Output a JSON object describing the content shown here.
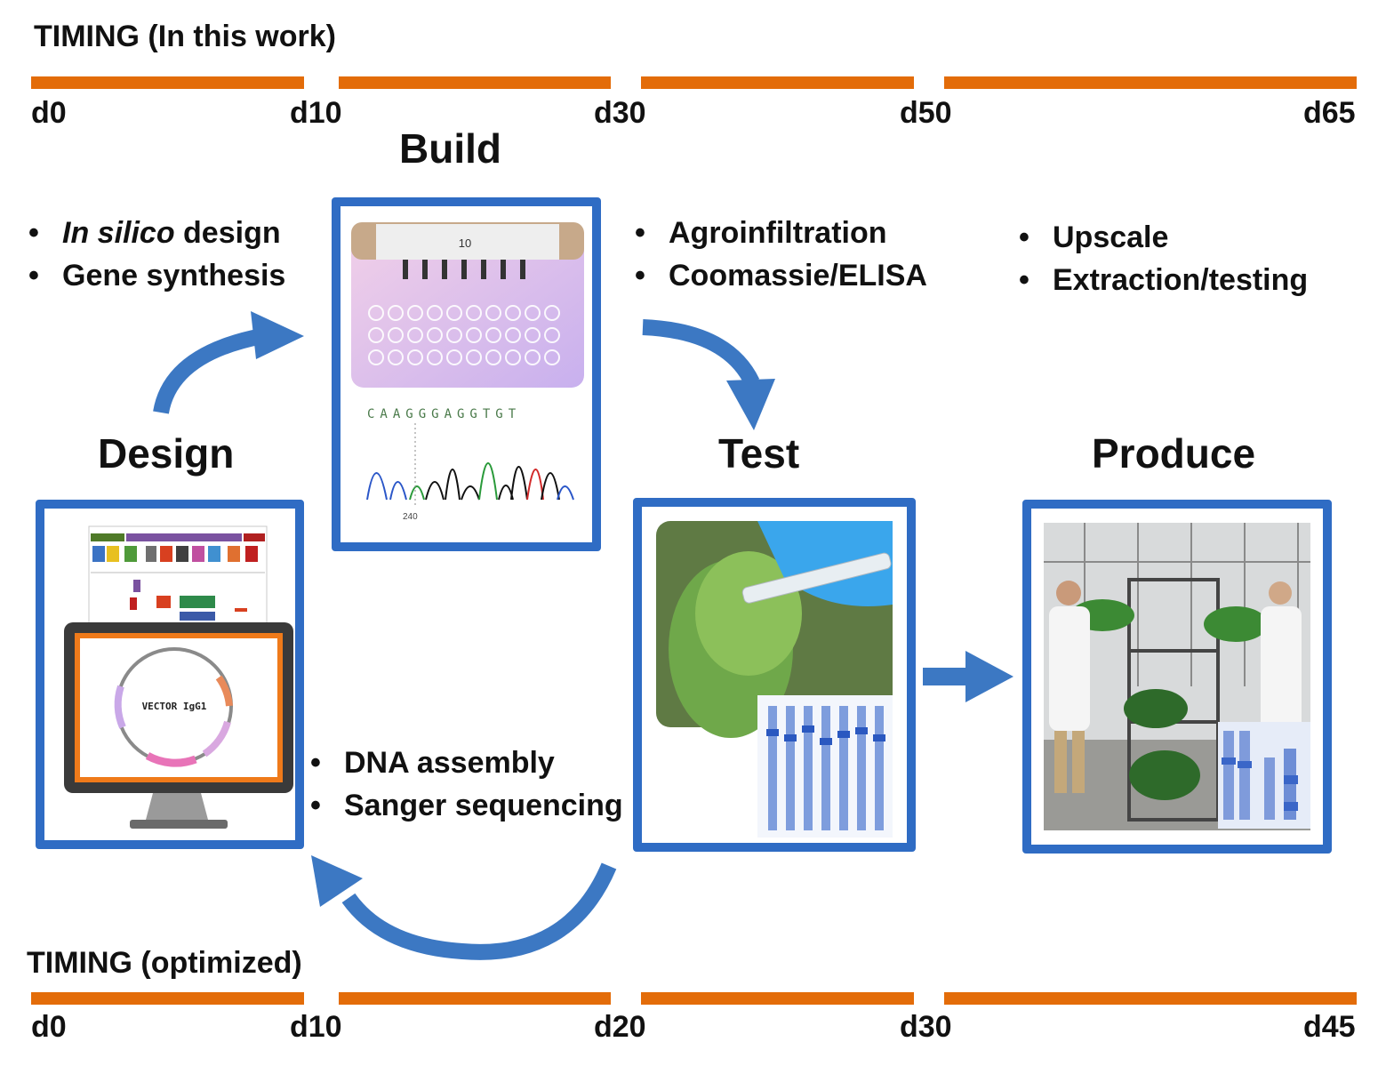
{
  "timing_top": {
    "title": "TIMING (In this work)",
    "ticks": [
      "d0",
      "d10",
      "d30",
      "d50",
      "d65"
    ]
  },
  "timing_bottom": {
    "title": "TIMING (optimized)",
    "ticks": [
      "d0",
      "d10",
      "d20",
      "d30",
      "d45"
    ]
  },
  "stages": {
    "design": {
      "title": "Design",
      "bullets": [
        "In silico design",
        "Gene synthesis"
      ],
      "bullet_first_italic": "In silico",
      "bullet_first_rest": " design",
      "vector_label": "VECTOR IgG1"
    },
    "build": {
      "title": "Build",
      "bullets": [
        "DNA assembly",
        "Sanger sequencing"
      ],
      "pipette_label": "10",
      "sequence_letters": "CAAGGGAGGTGT",
      "trace_tick": "240"
    },
    "test": {
      "title": "Test",
      "bullets": [
        "Agroinfiltration",
        "Coomassie/ELISA"
      ]
    },
    "produce": {
      "title": "Produce",
      "bullets": [
        "Upscale",
        "Extraction/testing"
      ]
    }
  },
  "colors": {
    "timeline_bar": "#e36c09",
    "frame_and_arrows": "#2f6cc4"
  },
  "icons": {
    "design_image": "plasmid-vector-monitor",
    "build_image": "pipette-plate-chromatogram",
    "test_image": "leaf-syringe-gel",
    "produce_image": "greenhouse-workers-gel"
  }
}
